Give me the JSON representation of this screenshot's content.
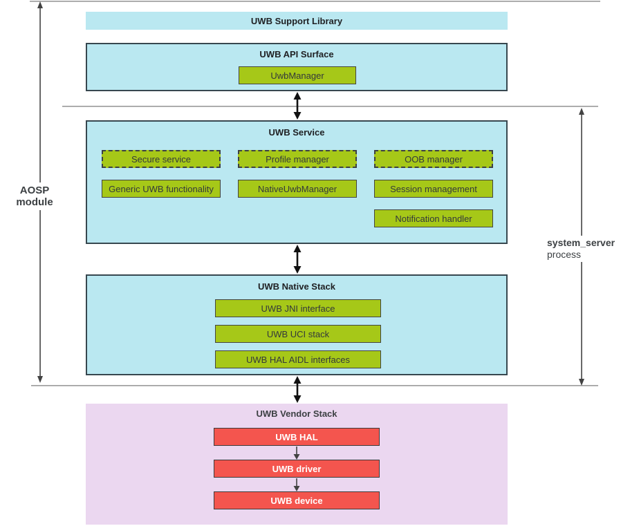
{
  "diagram": {
    "side_labels": {
      "aosp_module": "AOSP module",
      "system_server": "system_server",
      "system_server_sub": "process"
    },
    "support_library": {
      "title": "UWB Support Library"
    },
    "api_surface": {
      "title": "UWB API Surface",
      "uwb_manager": "UwbManager"
    },
    "service": {
      "title": "UWB Service",
      "modules": [
        {
          "label": "Secure service",
          "style": "dashed"
        },
        {
          "label": "Profile manager",
          "style": "dashed"
        },
        {
          "label": "OOB manager",
          "style": "dashed"
        },
        {
          "label": "Generic UWB functionality",
          "style": "solid"
        },
        {
          "label": "NativeUwbManager",
          "style": "solid"
        },
        {
          "label": "Session management",
          "style": "solid"
        },
        {
          "label": "Notification handler",
          "style": "solid"
        }
      ]
    },
    "native_stack": {
      "title": "UWB Native Stack",
      "modules": [
        {
          "label": "UWB JNI interface"
        },
        {
          "label": "UWB UCI stack"
        },
        {
          "label": "UWB HAL AIDL interfaces"
        }
      ]
    },
    "vendor_stack": {
      "title": "UWB Vendor Stack",
      "modules": [
        {
          "label": "UWB HAL"
        },
        {
          "label": "UWB driver"
        },
        {
          "label": "UWB device"
        }
      ]
    },
    "colors": {
      "cyan_block": "#bae8f1",
      "green_module": "#a6c818",
      "red_module": "#f4554e",
      "lavender_block": "#ebd7f0",
      "block_border": "#37474f",
      "separator_gray": "#9e9e9e",
      "arrow_black": "#111111",
      "arrow_gray": "#424242"
    }
  }
}
